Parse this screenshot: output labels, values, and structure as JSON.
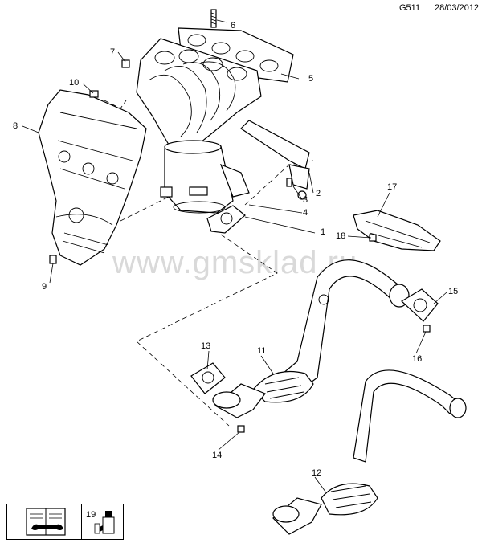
{
  "header": {
    "code": "G511",
    "date": "28/03/2012"
  },
  "watermark": "www.gmsklad.ru",
  "callouts": [
    {
      "n": "1"
    },
    {
      "n": "2"
    },
    {
      "n": "3"
    },
    {
      "n": "4"
    },
    {
      "n": "5"
    },
    {
      "n": "6"
    },
    {
      "n": "7"
    },
    {
      "n": "8"
    },
    {
      "n": "9"
    },
    {
      "n": "10"
    },
    {
      "n": "11"
    },
    {
      "n": "12"
    },
    {
      "n": "13"
    },
    {
      "n": "14"
    },
    {
      "n": "15"
    },
    {
      "n": "16"
    },
    {
      "n": "17"
    },
    {
      "n": "18"
    }
  ],
  "legend": {
    "number": "19",
    "icons": [
      "manual-wrench-icon",
      "sealant-tube-icon"
    ]
  }
}
